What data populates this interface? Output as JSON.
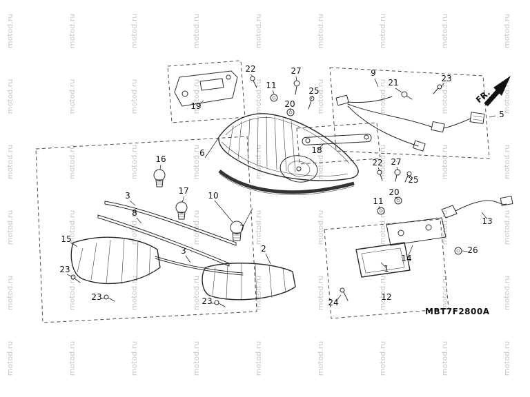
{
  "diagram": {
    "code": "MBT7F2800A",
    "fr_label": "FR.",
    "watermark": "motod.ru"
  },
  "callouts": [
    "22",
    "27",
    "11",
    "25",
    "20",
    "19",
    "9",
    "21",
    "23",
    "5",
    "16",
    "6",
    "18",
    "22",
    "27",
    "25",
    "20",
    "11",
    "17",
    "10",
    "3",
    "8",
    "7",
    "15",
    "3",
    "2",
    "13",
    "26",
    "23",
    "23",
    "23",
    "1",
    "14",
    "12",
    "24"
  ]
}
